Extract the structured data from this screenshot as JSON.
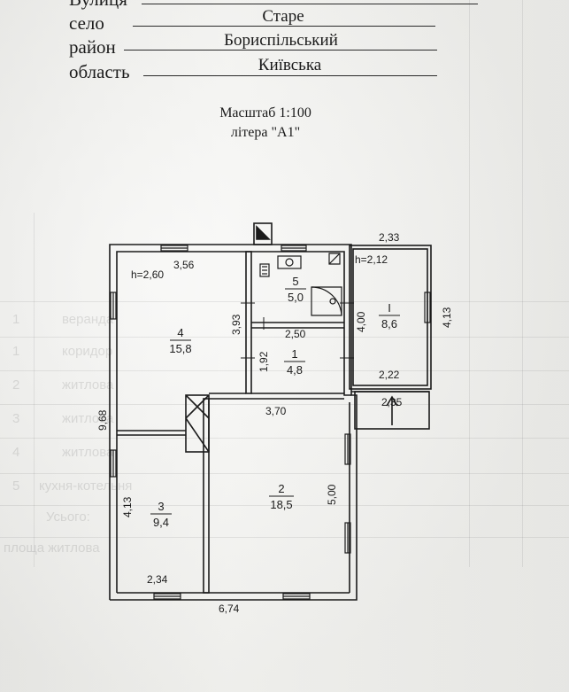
{
  "header": {
    "street_label": "Вулиця",
    "village_label": "село",
    "village_value": "Старе",
    "district_label": "район",
    "district_value": "Бориспільський",
    "region_label": "область",
    "region_value": "Київська"
  },
  "scale": {
    "scale_text": "Масштаб 1:100",
    "letter_text": "літера \"А1\""
  },
  "rooms": {
    "r1": {
      "num": "1",
      "area": "4,8"
    },
    "r2": {
      "num": "2",
      "area": "18,5"
    },
    "r3": {
      "num": "3",
      "area": "9,4"
    },
    "r4": {
      "num": "4",
      "area": "15,8"
    },
    "r5": {
      "num": "5",
      "area": "5,0"
    },
    "rI": {
      "num": "I",
      "area": "8,6"
    }
  },
  "heights": {
    "main": "h=2,60",
    "veranda": "h=2,12"
  },
  "dimensions": {
    "d356": "3,56",
    "d233": "2,33",
    "d393": "3,93",
    "d250": "2,50",
    "d400": "4,00",
    "d413_right": "4,13",
    "d192": "1,92",
    "d222": "2,22",
    "d235": "2,35",
    "d370": "3,70",
    "d968": "9,68",
    "d413_left": "4,13",
    "d500": "5,00",
    "d234": "2,34",
    "d674": "6,74"
  },
  "background_faint": {
    "rows": [
      "веранда",
      "коридор",
      "житлова",
      "житлова",
      "житлова",
      "кухня-котельня"
    ],
    "row_numbers": [
      "1",
      "1",
      "2",
      "3",
      "4",
      "5"
    ],
    "total_label": "Усього:",
    "living_label": "площа житлова"
  }
}
